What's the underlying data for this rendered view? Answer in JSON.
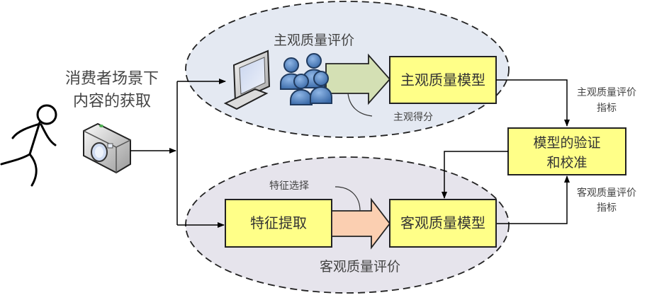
{
  "title_left": [
    "消费者场景下",
    "内容的获取"
  ],
  "subjective_group": {
    "label": "主观质量评价",
    "model_box": "主观质量模型",
    "score_label": "主观得分"
  },
  "objective_group": {
    "label": "客观质量评价",
    "feature_box": "特征提取",
    "model_box": "客观质量模型",
    "selection_label": "特征选择"
  },
  "validation_box": [
    "模型的验证",
    "和校准"
  ],
  "metric_labels": {
    "subjective": [
      "主观质量评价",
      "指标"
    ],
    "objective": [
      "客观质量评价",
      "指标"
    ]
  },
  "colors": {
    "box_fill": "#ffff88",
    "subjective_ellipse": "#e4e9f2",
    "objective_ellipse": "#e6e4ec",
    "green_arrow": "#d4e0b4",
    "orange_arrow": "#fbcfb1",
    "people": "#4a7ebb"
  }
}
